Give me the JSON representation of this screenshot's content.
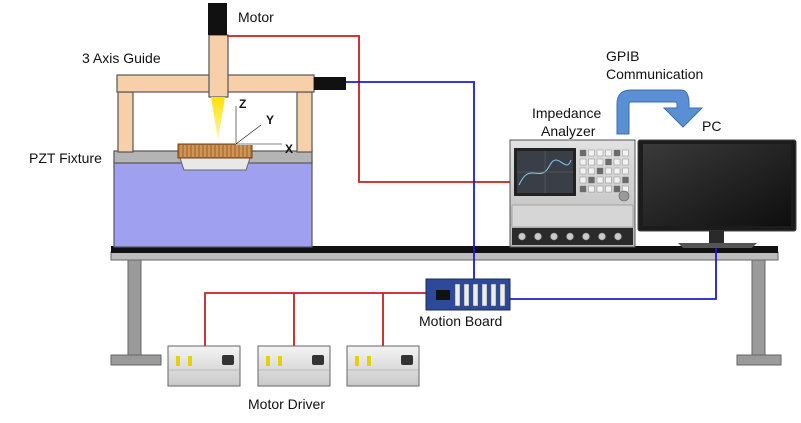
{
  "labels": {
    "motor": "Motor",
    "three_axis_guide": "3 Axis Guide",
    "gpib_line1": "GPIB",
    "gpib_line2": "Communication",
    "impedance_line1": "Impedance",
    "impedance_line2": "Analyzer",
    "pc": "PC",
    "pzt_fixture": "PZT Fixture",
    "motion_board": "Motion Board",
    "motor_driver": "Motor Driver"
  },
  "axes": {
    "z": "Z",
    "y": "Y",
    "x": "X"
  },
  "colors": {
    "frame_fill": "#f7cfa8",
    "frame_stroke": "#555555",
    "fixture_fill": "#a0a0f0",
    "table_top": "#111111",
    "table_legs": "#9a9a9a",
    "red_wire": "#c81e1e",
    "blue_wire": "#1a1adf",
    "arrow_fill": "#5b8fd3",
    "probe": "#ffe000"
  },
  "icons": {
    "motor": "motor-icon",
    "pc": "monitor-icon",
    "impedance_analyzer": "analyzer-instrument-icon",
    "motion_board": "circuit-board-icon",
    "motor_driver": "driver-box-icon"
  }
}
